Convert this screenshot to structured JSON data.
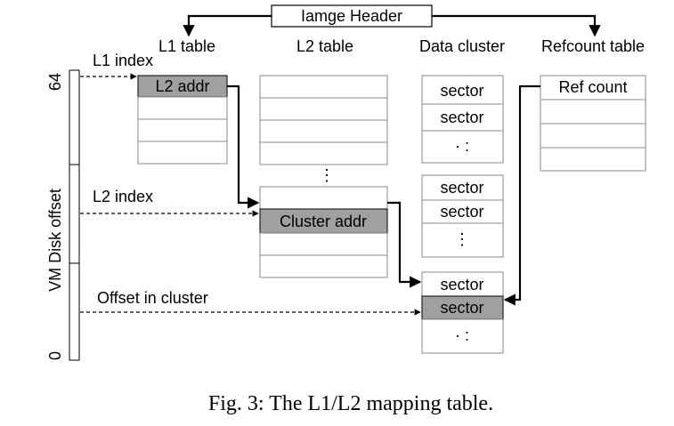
{
  "header": {
    "title": "Iamge Header"
  },
  "columns": {
    "l1": "L1 table",
    "l2": "L2 table",
    "data": "Data cluster",
    "refcount": "Refcount table"
  },
  "side": {
    "axis_label": "VM Disk offset",
    "top_value": "64",
    "bottom_value": "0",
    "l1_index": "L1 index",
    "l2_index": "L2 index",
    "offset_in_cluster": "Offset in cluster"
  },
  "cells": {
    "l2_addr": "L2 addr",
    "cluster_addr": "Cluster addr",
    "sector": "sector",
    "ref_count": "Ref count",
    "dots_h": "·  :",
    "dots_v": "⋮"
  },
  "caption": "Fig. 3: The L1/L2 mapping table."
}
